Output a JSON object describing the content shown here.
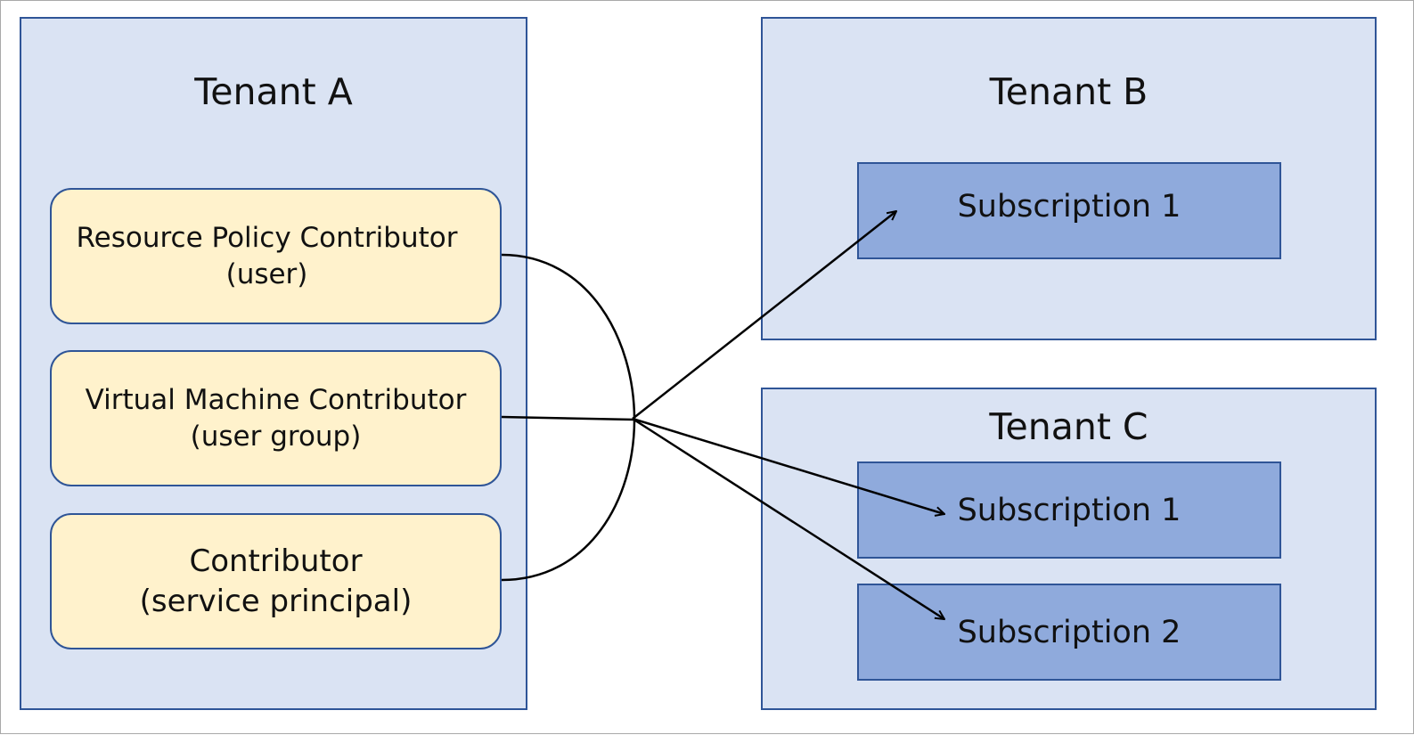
{
  "tenants": {
    "a": {
      "title": "Tenant A"
    },
    "b": {
      "title": "Tenant B"
    },
    "c": {
      "title": "Tenant C"
    }
  },
  "roles": [
    {
      "line1": "Resource Policy Contributor",
      "line2": "(user)"
    },
    {
      "line1": "Virtual Machine Contributor",
      "line2": "(user group)"
    },
    {
      "line1": "Contributor",
      "line2": "(service principal)"
    }
  ],
  "subscriptions": {
    "b": [
      {
        "label": "Subscription 1"
      }
    ],
    "c": [
      {
        "label": "Subscription 1"
      },
      {
        "label": "Subscription 2"
      }
    ]
  },
  "colors": {
    "tenant_fill": "#dae3f3",
    "border": "#2f5597",
    "role_fill": "#fff2cc",
    "subscription_fill": "#8faadc",
    "connector": "#000000"
  }
}
